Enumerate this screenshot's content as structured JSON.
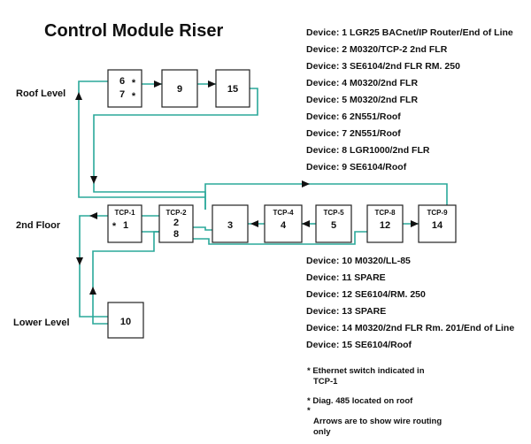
{
  "title": "Control Module Riser",
  "levels": {
    "roof": "Roof Level",
    "second": "2nd Floor",
    "lower": "Lower Level"
  },
  "devices_top": [
    "Device: 1 LGR25 BACnet/IP Router/End of Line",
    "Device: 2 M0320/TCP-2 2nd FLR",
    "Device: 3 SE6104/2nd FLR RM. 250",
    "Device: 4 M0320/2nd FLR",
    "Device: 5 M0320/2nd FLR",
    "Device: 6 2N551/Roof",
    "Device: 7 2N551/Roof",
    "Device: 8 LGR1000/2nd FLR",
    "Device: 9 SE6104/Roof"
  ],
  "devices_bottom": [
    "Device: 10 M0320/LL-85",
    "Device: 11 SPARE",
    "Device: 12 SE6104/RM. 250",
    "Device: 13 SPARE",
    "Device: 14 M0320/2nd FLR Rm. 201/End of Line",
    "Device: 15 SE6104/Roof"
  ],
  "notes": {
    "ethernet_1": "* Ethernet switch indicated in",
    "ethernet_2": "TCP-1",
    "diag": "* Diag. 485 located on roof",
    "star": "*",
    "arrows_1": "Arrows are to show wire routing",
    "arrows_2": "only"
  },
  "boxes": {
    "roof_a_top": "6",
    "roof_a_bottom": "7",
    "roof_a_star1": "*",
    "roof_a_star2": "*",
    "roof_b": "9",
    "roof_c": "15",
    "tcp1_label": "TCP-1",
    "tcp1_star": "*",
    "tcp1_value": "1",
    "tcp2_label": "TCP-2",
    "tcp2_top": "2",
    "tcp2_bottom": "8",
    "box3": "3",
    "tcp4_label": "TCP-4",
    "tcp4_value": "4",
    "tcp5_label": "TCP-5",
    "tcp5_value": "5",
    "tcp8_label": "TCP-8",
    "tcp8_value": "12",
    "tcp9_label": "TCP-9",
    "tcp9_value": "14",
    "lower_value": "10"
  },
  "colors": {
    "wire": "#2aa89a",
    "box_border": "#222222",
    "text": "#111111"
  }
}
